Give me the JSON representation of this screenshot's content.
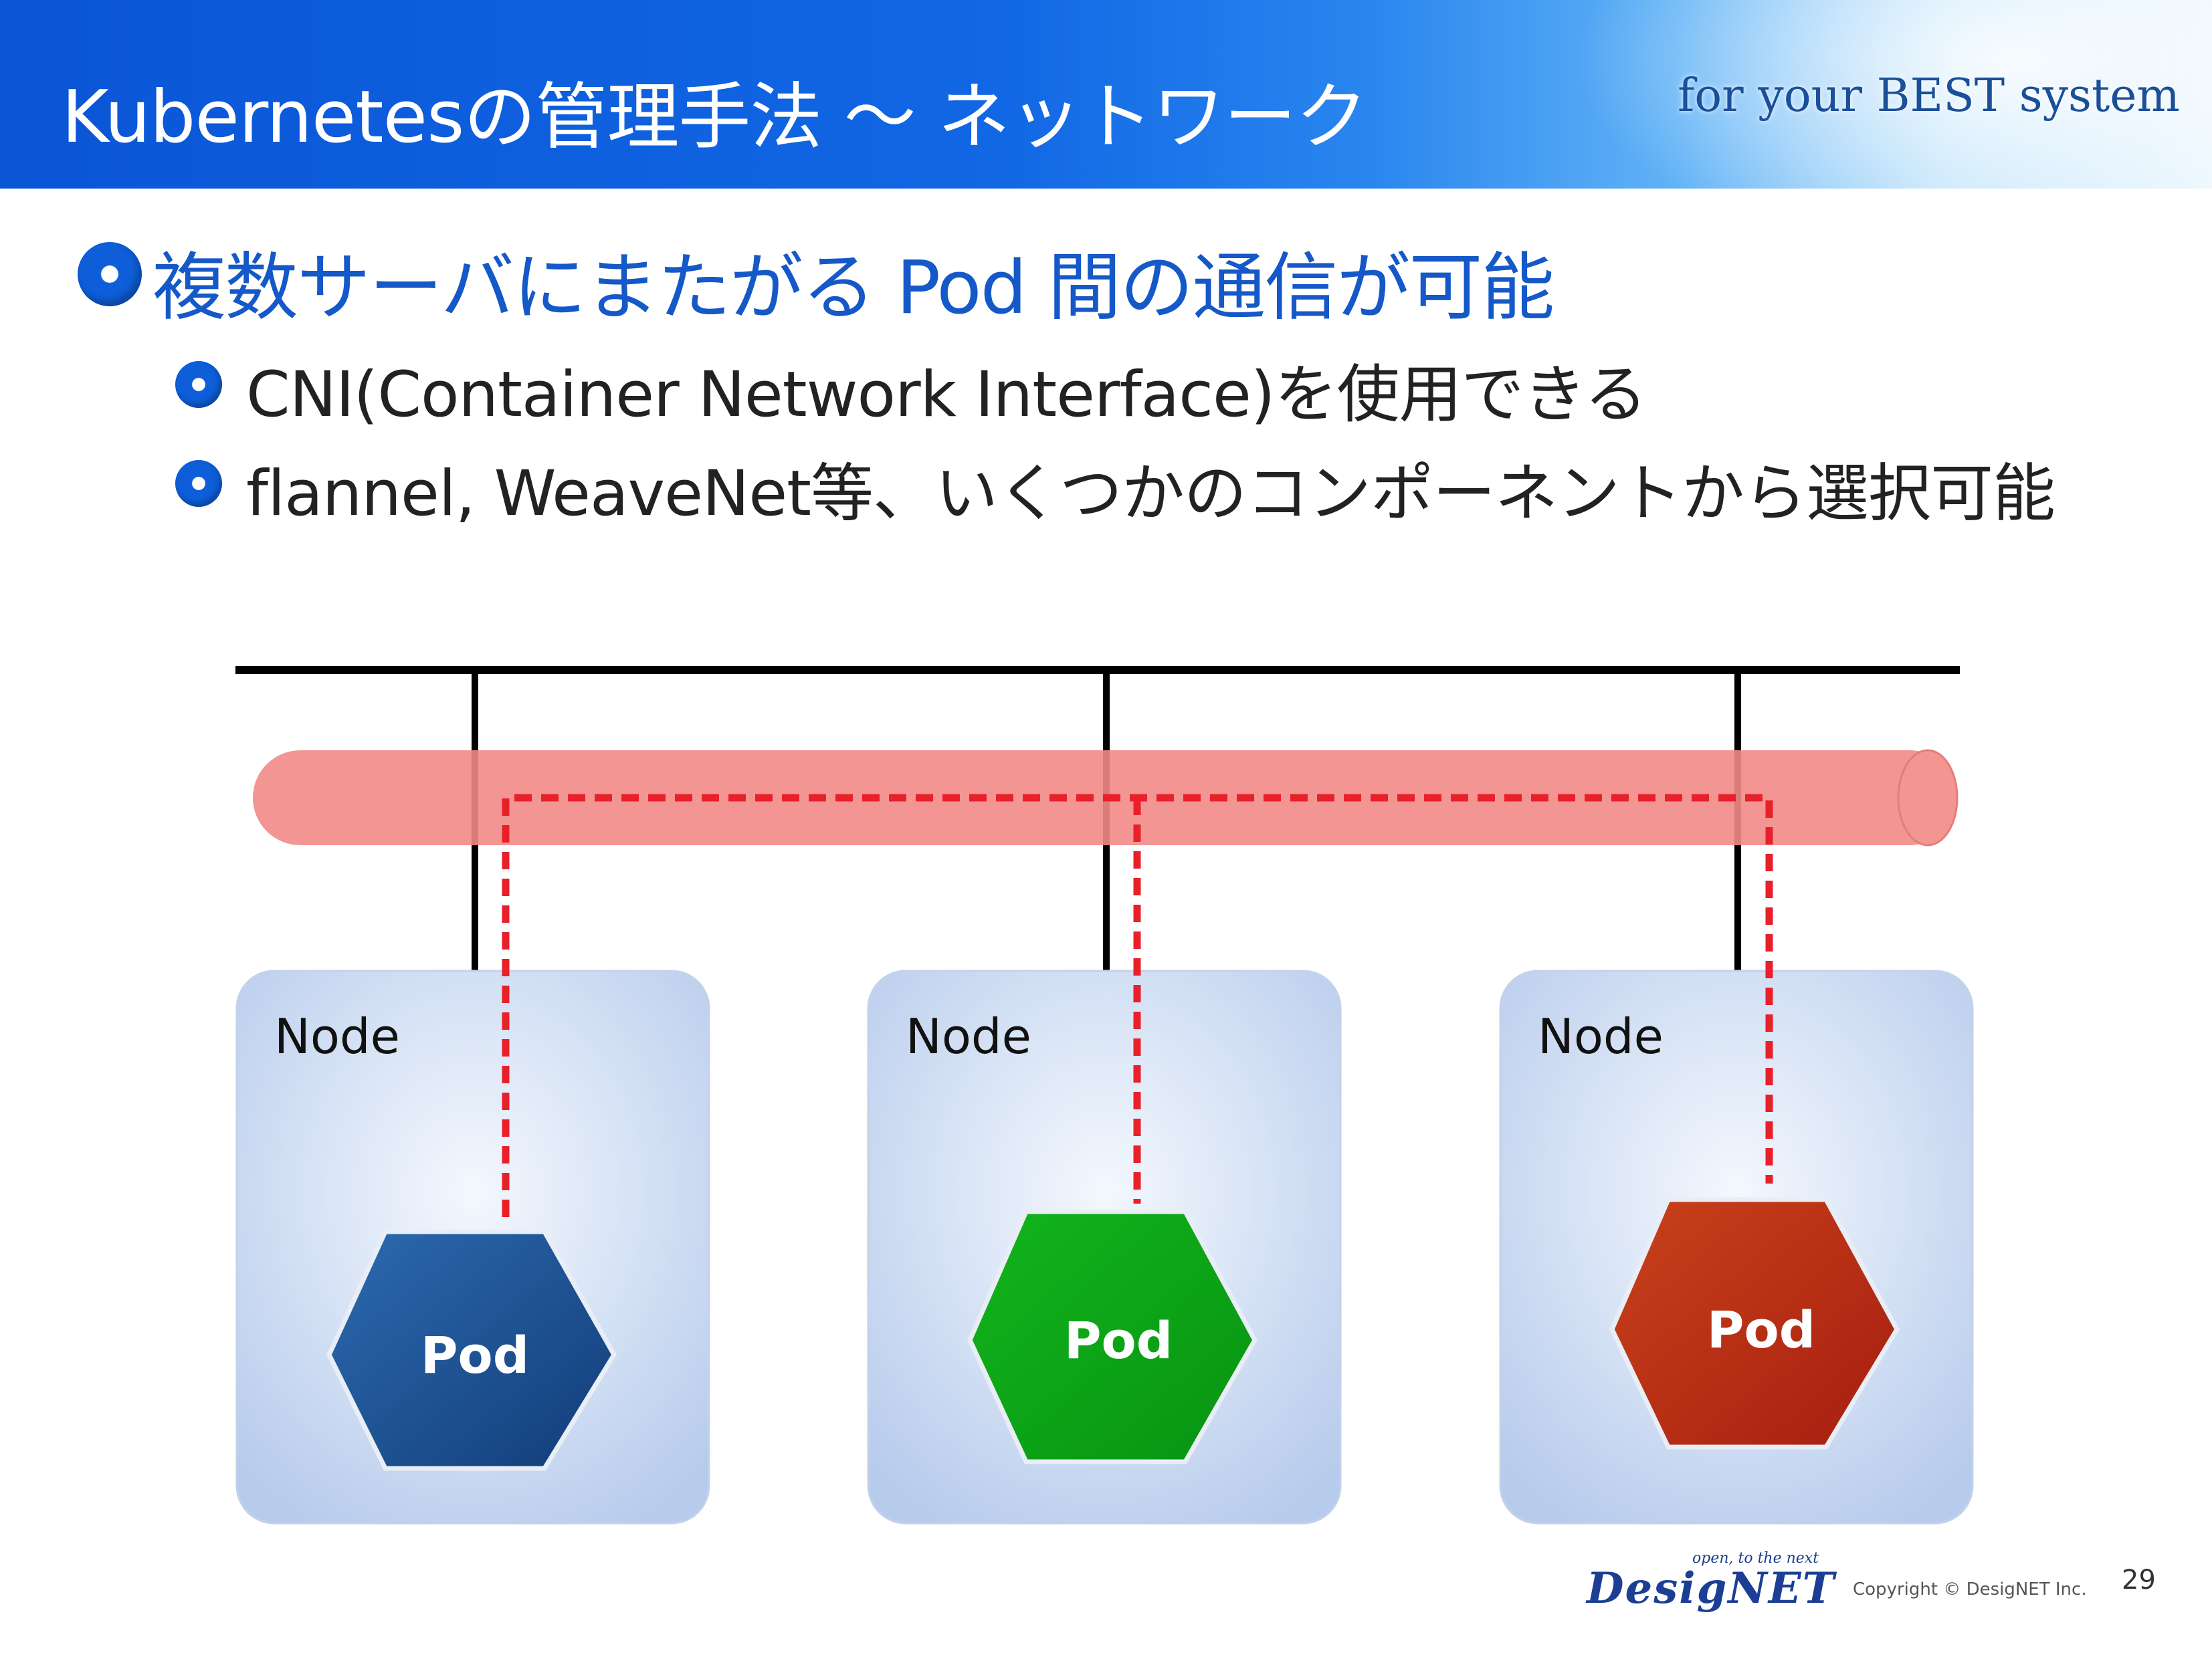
{
  "header": {
    "title": "Kubernetesの管理手法 〜 ネットワーク",
    "tagline": "for your BEST system"
  },
  "bullets": {
    "main": "複数サーバにまたがる Pod 間の通信が可能",
    "sub": [
      "CNI(Container Network Interface)を使用できる",
      "flannel, WeaveNet等、いくつかのコンポーネントから選択可能"
    ]
  },
  "diagram": {
    "nodes": [
      {
        "label": "Node",
        "pod": "Pod",
        "pod_color": "#1a4f8e"
      },
      {
        "label": "Node",
        "pod": "Pod",
        "pod_color": "#0aa01a"
      },
      {
        "label": "Node",
        "pod": "Pod",
        "pod_color": "#b8320f"
      }
    ],
    "overlay_color": "#f28b87",
    "path_color": "#e8202a"
  },
  "footer": {
    "tagline": "open, to the next",
    "brand": "DesigNET",
    "copyright": "Copyright © DesigNET Inc.",
    "page_number": "29"
  }
}
